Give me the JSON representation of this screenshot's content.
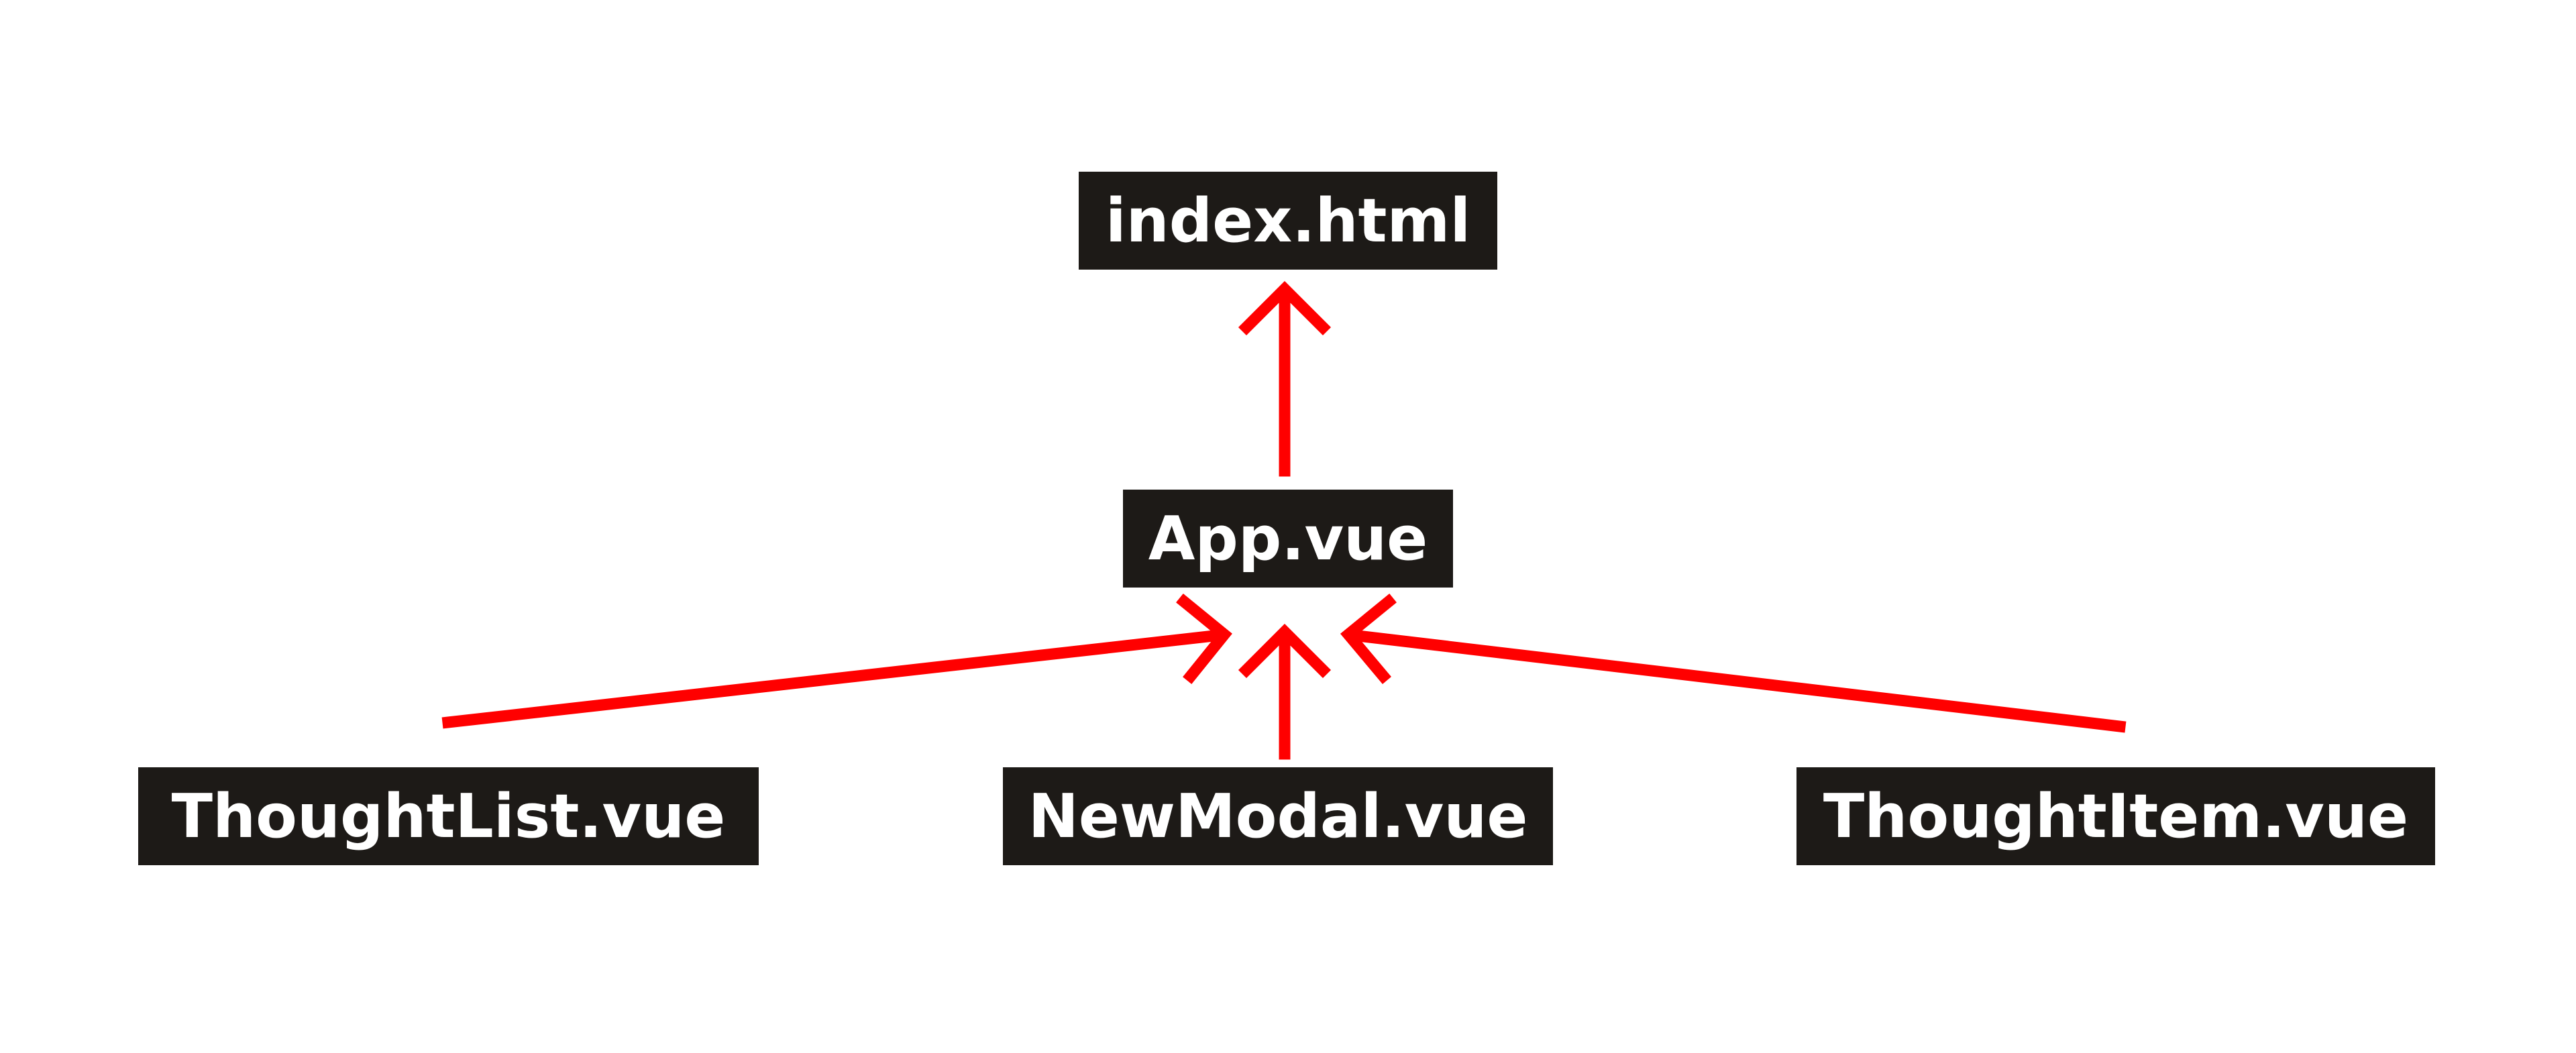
{
  "diagram": {
    "nodes": [
      {
        "id": "index",
        "label": "index.html"
      },
      {
        "id": "app",
        "label": "App.vue"
      },
      {
        "id": "thoughtlist",
        "label": "ThoughtList.vue"
      },
      {
        "id": "newmodal",
        "label": "NewModal.vue"
      },
      {
        "id": "thoughtitem",
        "label": "ThoughtItem.vue"
      }
    ],
    "edges": [
      {
        "from": "app",
        "to": "index"
      },
      {
        "from": "thoughtlist",
        "to": "app"
      },
      {
        "from": "newmodal",
        "to": "app"
      },
      {
        "from": "thoughtitem",
        "to": "app"
      }
    ],
    "colors": {
      "node_fill": "#1d1a17",
      "node_text": "#ffffff",
      "arrow": "#ff0000",
      "background": "#ffffff"
    }
  }
}
